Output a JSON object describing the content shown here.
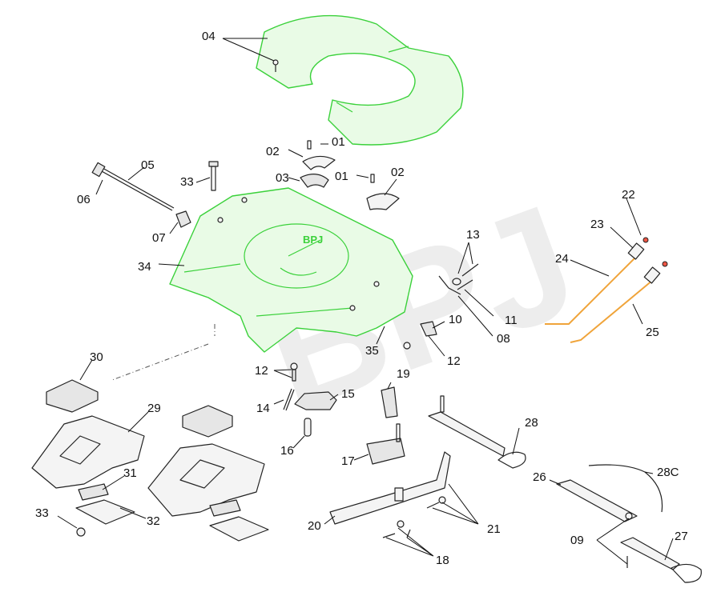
{
  "diagram": {
    "watermark": "BPJ",
    "logo_text": "BPJ",
    "colors": {
      "highlight_stroke": "#3ad13a",
      "highlight_fill": "#e9fbe6",
      "hose_color": "#f0a43a",
      "outline": "#222222"
    },
    "labels": {
      "p01a": "01",
      "p01b": "01",
      "p02a": "02",
      "p02b": "02",
      "p03": "03",
      "p04": "04",
      "p05": "05",
      "p06": "06",
      "p07": "07",
      "p08": "08",
      "p09": "09",
      "p10": "10",
      "p11": "11",
      "p12a": "12",
      "p12b": "12",
      "p13": "13",
      "p14": "14",
      "p15": "15",
      "p16": "16",
      "p17": "17",
      "p18": "18",
      "p19": "19",
      "p20": "20",
      "p21": "21",
      "p22": "22",
      "p23": "23",
      "p24": "24",
      "p25": "25",
      "p26": "26",
      "p27": "27",
      "p28": "28",
      "p28c": "28C",
      "p29": "29",
      "p30": "30",
      "p31": "31",
      "p32": "32",
      "p33a": "33",
      "p33b": "33",
      "p34": "34",
      "p35": "35"
    }
  }
}
